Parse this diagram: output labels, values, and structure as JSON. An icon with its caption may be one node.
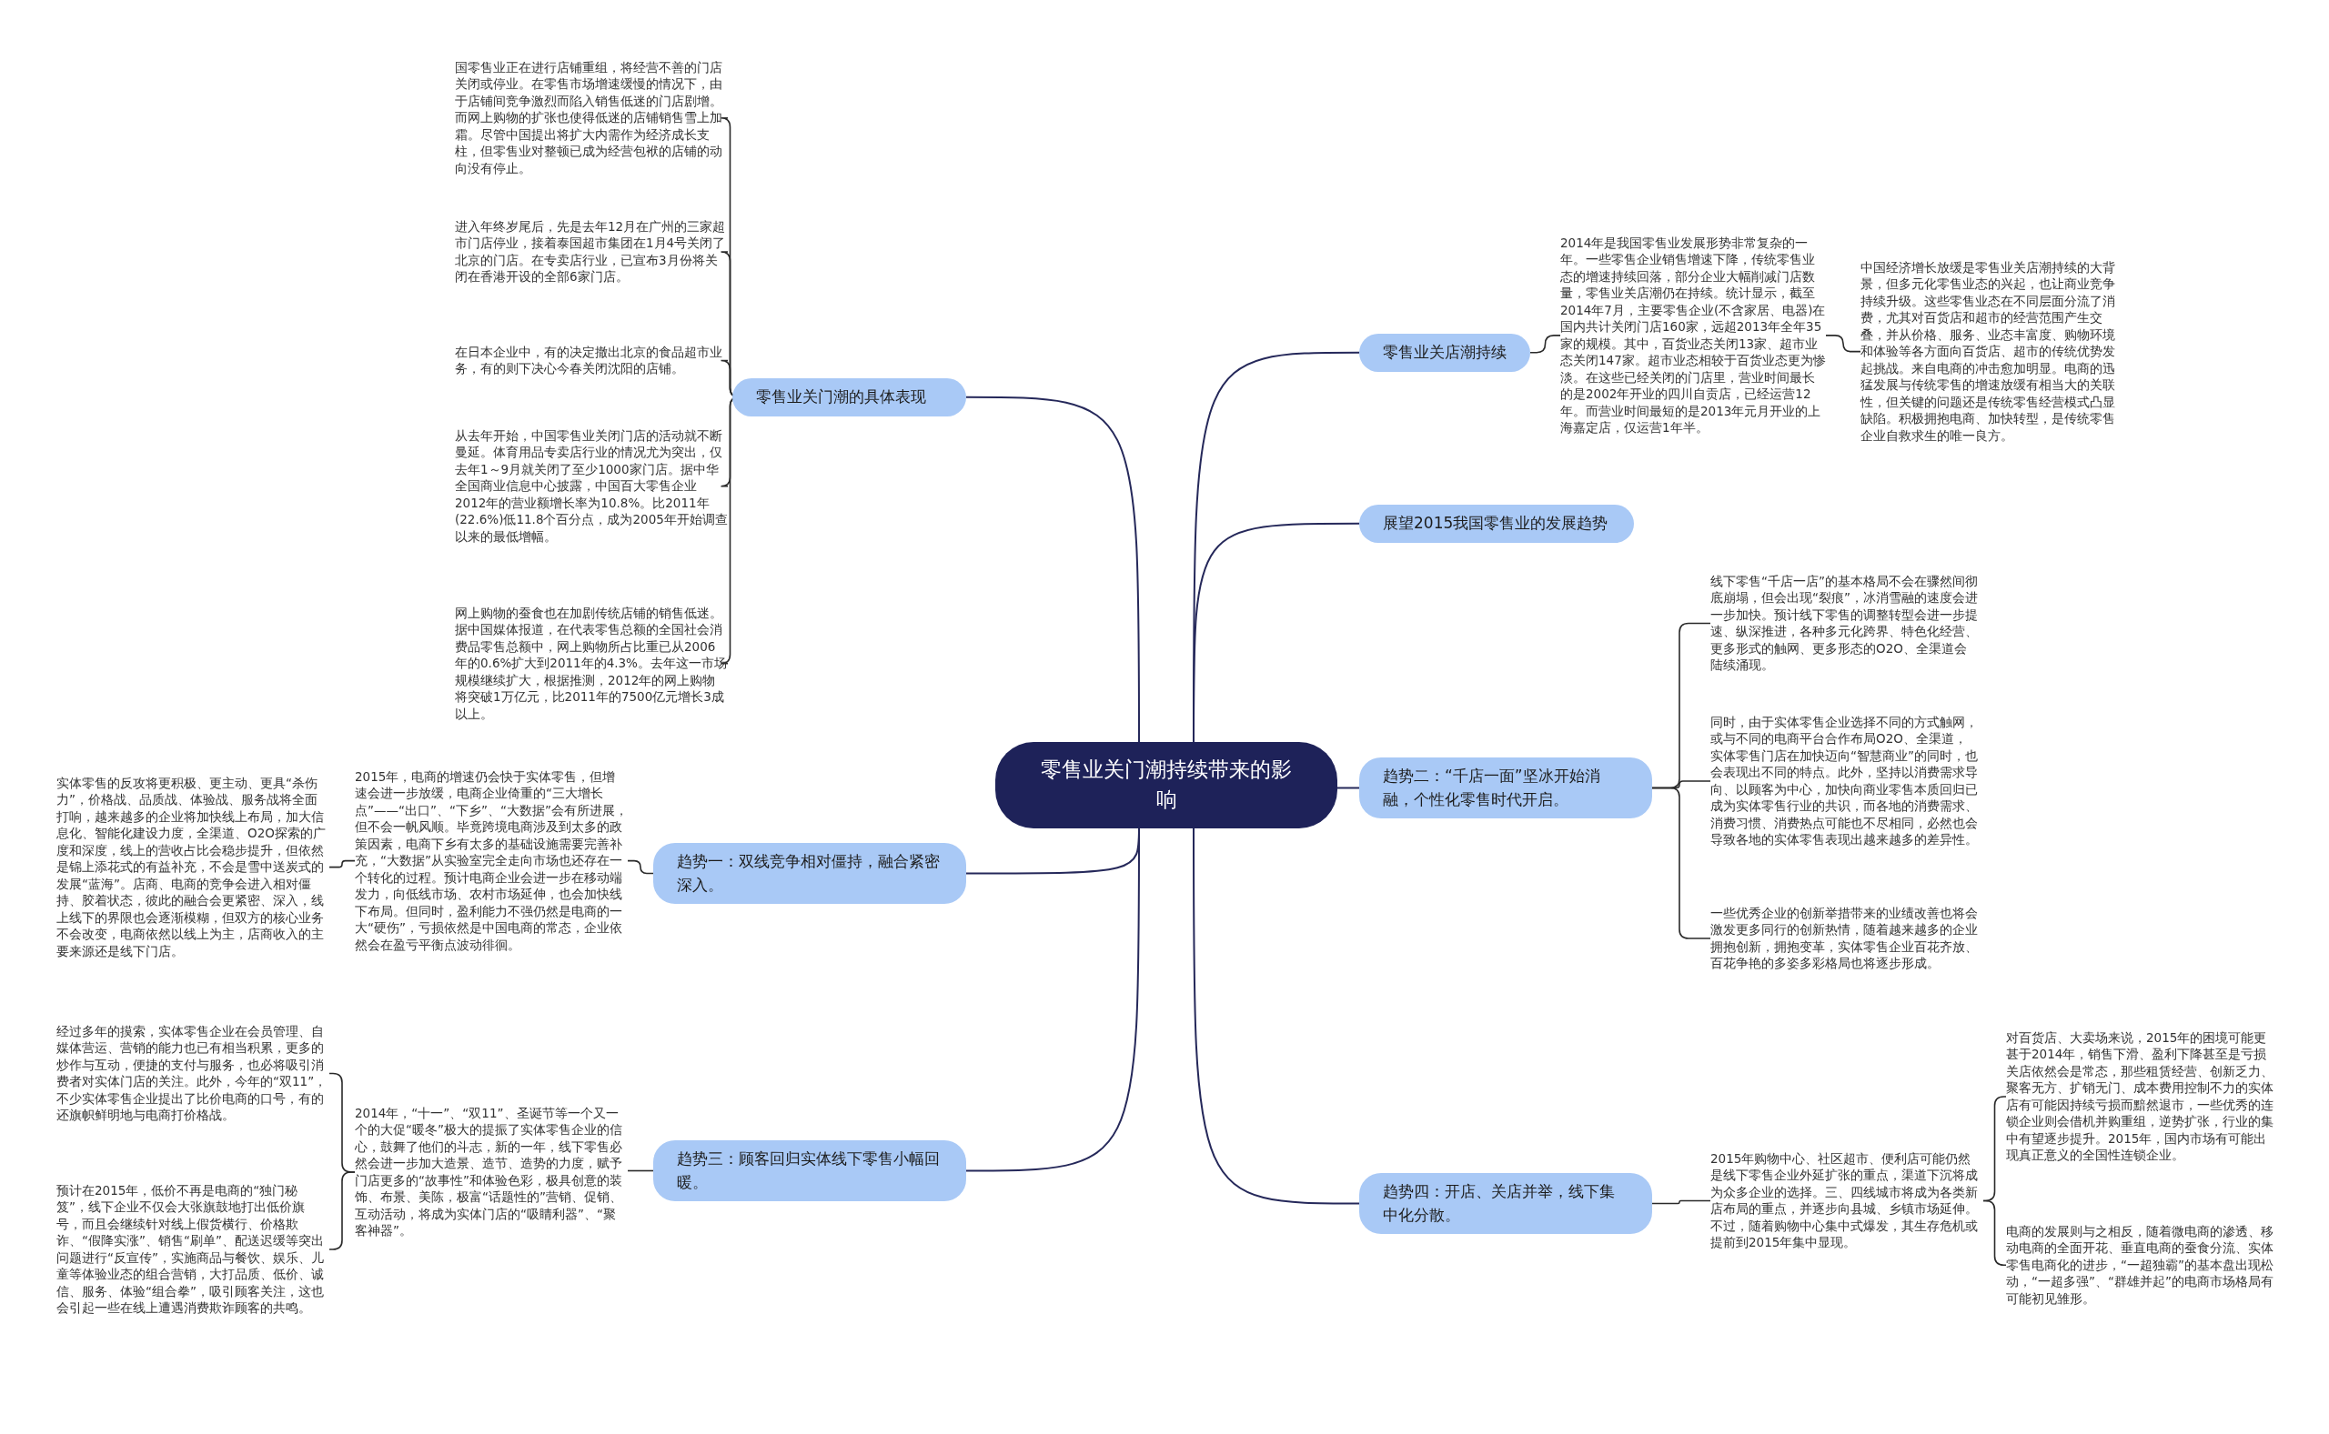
{
  "diagram": {
    "nodes": [
      {
        "text": [
          "零售业关门潮持续带来的影响"
        ]
      },
      {
        "text": [
          "零售业关门潮的具体表现"
        ]
      },
      {
        "text": [
          "国零售业正在进行店铺重组，将经营不善的门店关闭或停业。在零售市场增速缓慢的情况下，由于店铺间竞争激烈而陷入销售低迷的门店剧增。而网上购物的扩张也使得低迷的店铺销售雪上加霜。尽管中国提出将扩大内需作为经济成长支柱，但零售业对整顿已成为经营包袱的店铺的动向没有停止。"
        ]
      },
      {
        "text": [
          "进入年终岁尾后，先是去年12月在广州的三家超市门店停业，接着泰国超市集团在1月4号关闭了北京的门店。在专卖店行业，已宣布3月份将关闭在香港开设的全部6家门店。"
        ]
      },
      {
        "text": [
          "在日本企业中，有的决定撤出北京的食品超市业务，有的则下决心今春关闭沈阳的店铺。"
        ]
      },
      {
        "text": [
          "从去年开始，中国零售业关闭门店的活动就不断曼延。体育用品专卖店行业的情况尤为突出，仅去年1～9月就关闭了至少1000家门店。据中华全国商业信息中心披露，中国百大零售企业2012年的营业额增长率为10.8%。比2011年(22.6%)低11.8个百分点，成为2005年开始调查以来的最低增幅。"
        ]
      },
      {
        "text": [
          "网上购物的蚕食也在加剧传统店铺的销售低迷。据中国媒体报道，在代表零售总额的全国社会消费品零售总额中，网上购物所占比重已从2006年的0.6%扩大到2011年的4.3%。去年这一市场规模继续扩大，根据推测，2012年的网上购物将突破1万亿元，比2011年的7500亿元增长3成以上。"
        ]
      },
      {
        "text": [
          "零售业关店潮持续"
        ]
      },
      {
        "text": [
          "2014年是我国零售业发展形势非常复杂的一年。一些零售企业销售增速下降，传统零售业态的增速持续回落，部分企业大幅削减门店数量，零售业关店潮仍在持续。统计显示，截至2014年7月，主要零售企业(不含家居、电器)在国内共计关闭门店160家，远超2013年全年35家的规模。其中，百货业态关闭13家、超市业态关闭147家。超市业态相较于百货业态更为惨淡。在这些已经关闭的门店里，营业时间最长的是2002年开业的四川自贡店，已经运营12年。而营业时间最短的是2013年元月开业的上海嘉定店，仅运营1年半。"
        ]
      },
      {
        "text": [
          "中国经济增长放缓是零售业关店潮持续的大背景，但多元化零售业态的兴起，也让商业竞争持续升级。这些零售业态在不同层面分流了消费，尤其对百货店和超市的经营范围产生交叠，并从价格、服务、业态丰富度、购物环境和体验等各方面向百货店、超市的传统优势发起挑战。来自电商的冲击愈加明显。电商的迅猛发展与传统零售的增速放缓有相当大的关联性，但关键的问题还是传统零售经营模式凸显缺陷。积极拥抱电商、加快转型，是传统零售企业自救求生的唯一良方。"
        ]
      },
      {
        "text": [
          "展望2015我国零售业的发展趋势"
        ]
      },
      {
        "text": [
          "趋势一：双线竞争相对僵持，融合紧密深入。"
        ]
      },
      {
        "text": [
          "2015年，电商的增速仍会快于实体零售，但增速会进一步放缓，电商企业倚重的“三大增长点”——“出口”、“下乡”、“大数据”会有所进展，但不会一帆风顺。毕竟跨境电商涉及到太多的政策因素，电商下乡有太多的基础设施需要完善补充，“大数据”从实验室完全走向市场也还存在一个转化的过程。预计电商企业会进一步在移动端发力，向低线市场、农村市场延伸，也会加快线下布局。但同时，盈利能力不强仍然是电商的一大“硬伤”，亏损依然是中国电商的常态，企业依然会在盈亏平衡点波动徘徊。"
        ]
      },
      {
        "text": [
          "实体零售的反攻将更积极、更主动、更具“杀伤力”，价格战、品质战、体验战、服务战将全面打响，越来越多的企业将加快线上布局，加大信息化、智能化建设力度，全渠道、O2O探索的广度和深度，线上的营收占比会稳步提升，但依然是锦上添花式的有益补充，不会是雪中送炭式的发展“蓝海”。店商、电商的竞争会进入相对僵持、胶着状态，彼此的融合会更紧密、深入，线上线下的界限也会逐渐模糊，但双方的核心业务不会改变，电商依然以线上为主，店商收入的主要来源还是线下门店。"
        ]
      },
      {
        "text": [
          "趋势二：“千店一面”坚冰开始消融，个性化零售时代开启。"
        ]
      },
      {
        "text": [
          "线下零售“千店一店”的基本格局不会在骤然间彻底崩塌，但会出现“裂痕”，冰消雪融的速度会进一步加快。预计线下零售的调整转型会进一步提速、纵深推进，各种多元化跨界、特色化经营、更多形式的触网、更多形态的O2O、全渠道会陆续涌现。"
        ]
      },
      {
        "text": [
          "同时，由于实体零售企业选择不同的方式触网，或与不同的电商平台合作布局O2O、全渠道，实体零售门店在加快迈向“智慧商业”的同时，也会表现出不同的特点。此外，坚持以消费需求导向、以顾客为中心，加快向商业零售本质回归已成为实体零售行业的共识，而各地的消费需求、消费习惯、消费热点可能也不尽相同，必然也会导致各地的实体零售表现出越来越多的差异性。"
        ]
      },
      {
        "text": [
          "一些优秀企业的创新举措带来的业绩改善也将会激发更多同行的创新热情，随着越来越多的企业拥抱创新，拥抱变革，实体零售企业百花齐放、百花争艳的多姿多彩格局也将逐步形成。"
        ]
      },
      {
        "text": [
          "趋势三：顾客回归实体线下零售小幅回暖。"
        ]
      },
      {
        "text": [
          "2014年，“十一”、“双11”、圣诞节等一个又一个的大促“暖冬”极大的提振了实体零售企业的信心，鼓舞了他们的斗志，新的一年，线下零售必然会进一步加大造景、造节、造势的力度，赋予门店更多的“故事性”和体验色彩，极具创意的装饰、布景、美陈，极富“话题性的”营销、促销、互动活动，将成为实体门店的“吸睛利器”、“聚客神器”。"
        ]
      },
      {
        "text": [
          "经过多年的摸索，实体零售企业在会员管理、自媒体营运、营销的能力也已有相当积累，更多的炒作与互动，便捷的支付与服务，也必将吸引消费者对实体门店的关注。此外，今年的“双11”，不少实体零售企业提出了比价电商的口号，有的还旗帜鲜明地与电商打价格战。"
        ]
      },
      {
        "text": [
          "预计在2015年，低价不再是电商的“独门秘笈”，线下企业不仅会大张旗鼓地打出低价旗号，而且会继续针对线上假货横行、价格欺诈、“假降实涨”、销售“刷单”、配送迟缓等突出问题进行“反宣传”，实施商品与餐饮、娱乐、儿童等体验业态的组合营销，大打品质、低价、诚信、服务、体验“组合拳”，吸引顾客关注，这也会引起一些在线上遭遇消费欺诈顾客的共鸣。"
        ]
      },
      {
        "text": [
          "趋势四：开店、关店并举，线下集中化分散。"
        ]
      },
      {
        "text": [
          "2015年购物中心、社区超市、便利店可能仍然是线下零售企业外延扩张的重点，渠道下沉将成为众多企业的选择。三、四线城市将成为各类新店布局的重点，并逐步向县城、乡镇市场延伸。不过，随着购物中心集中式爆发，其生存危机或提前到2015年集中显现。"
        ]
      },
      {
        "text": [
          "对百货店、大卖场来说，2015年的困境可能更甚于2014年，销售下滑、盈利下降甚至是亏损关店依然会是常态，那些租赁经营、创新乏力、聚客无方、扩销无门、成本费用控制不力的实体店有可能因持续亏损而黯然退市，一些优秀的连锁企业则会借机并购重组，逆势扩张，行业的集中有望逐步提升。2015年，国内市场有可能出现真正意义的全国性连锁企业。"
        ]
      },
      {
        "text": [
          "电商的发展则与之相反，随着微电商的渗透、移动电商的全面开花、垂直电商的蚕食分流、实体零售电商化的进步，“一超独霸”的基本盘出现松动，“一超多强”、“群雄并起”的电商市场格局有可能初见雏形。"
        ]
      }
    ],
    "edges": [
      {
        "from": 0,
        "to": 1,
        "arrow": "none"
      },
      {
        "from": 1,
        "to": 2,
        "arrow": "none"
      },
      {
        "from": 1,
        "to": 3,
        "arrow": "none"
      },
      {
        "from": 1,
        "to": 4,
        "arrow": "none"
      },
      {
        "from": 1,
        "to": 5,
        "arrow": "none"
      },
      {
        "from": 1,
        "to": 6,
        "arrow": "none"
      },
      {
        "from": 0,
        "to": 7,
        "arrow": "none"
      },
      {
        "from": 7,
        "to": 8,
        "arrow": "none"
      },
      {
        "from": 8,
        "to": 9,
        "arrow": "none"
      },
      {
        "from": 0,
        "to": 10,
        "arrow": "none"
      },
      {
        "from": 0,
        "to": 11,
        "arrow": "none"
      },
      {
        "from": 11,
        "to": 12,
        "arrow": "none"
      },
      {
        "from": 12,
        "to": 13,
        "arrow": "none"
      },
      {
        "from": 0,
        "to": 14,
        "arrow": "none"
      },
      {
        "from": 14,
        "to": 15,
        "arrow": "none"
      },
      {
        "from": 14,
        "to": 16,
        "arrow": "none"
      },
      {
        "from": 14,
        "to": 17,
        "arrow": "none"
      },
      {
        "from": 0,
        "to": 18,
        "arrow": "none"
      },
      {
        "from": 18,
        "to": 19,
        "arrow": "none"
      },
      {
        "from": 19,
        "to": 20,
        "arrow": "none"
      },
      {
        "from": 19,
        "to": 21,
        "arrow": "none"
      },
      {
        "from": 0,
        "to": 22,
        "arrow": "none"
      },
      {
        "from": 22,
        "to": 23,
        "arrow": "none"
      },
      {
        "from": 23,
        "to": 24,
        "arrow": "none"
      },
      {
        "from": 23,
        "to": 25,
        "arrow": "none"
      }
    ]
  }
}
